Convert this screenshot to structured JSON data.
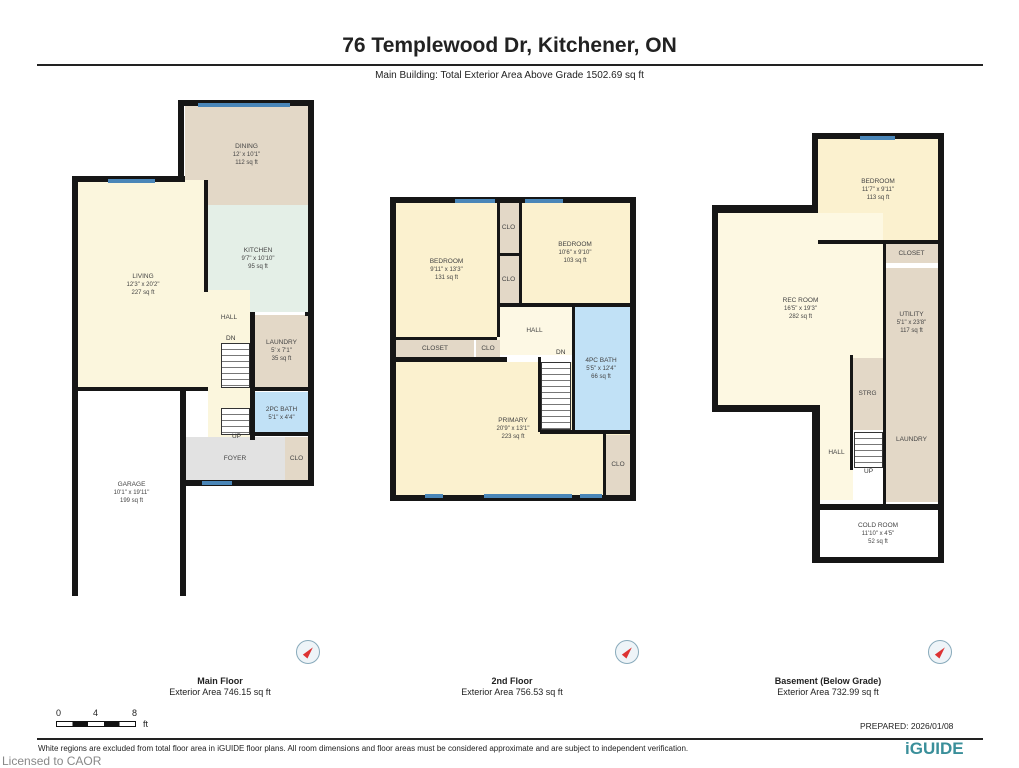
{
  "header": {
    "title": "76 Templewood Dr, Kitchener, ON",
    "subtitle": "Main Building: Total Exterior Area Above Grade 1502.69 sq ft"
  },
  "floors": [
    {
      "name": "Main Floor",
      "exterior_area": "Exterior Area 746.15 sq ft",
      "rooms": [
        {
          "name": "DINING",
          "dims": "12' x 10'1\"",
          "area": "112 sq ft",
          "color": "#e3d8c7"
        },
        {
          "name": "KITCHEN",
          "dims": "9'7\" x 10'10\"",
          "area": "95 sq ft",
          "color": "#e4efe7"
        },
        {
          "name": "LIVING",
          "dims": "12'3\" x 20'2\"",
          "area": "227 sq ft",
          "color": "#fbf6dd"
        },
        {
          "name": "HALL",
          "dims": "",
          "area": "",
          "color": "#fbf6dd"
        },
        {
          "name": "LAUNDRY",
          "dims": "5' x 7'1\"",
          "area": "35 sq ft",
          "color": "#e3d8c7"
        },
        {
          "name": "2PC BATH",
          "dims": "5'1\" x 4'4\"",
          "area": "",
          "color": "#c1e1f6"
        },
        {
          "name": "FOYER",
          "dims": "",
          "area": "",
          "color": "#e2e2e2"
        },
        {
          "name": "CLO",
          "dims": "",
          "area": "",
          "color": "#e3d8c7"
        },
        {
          "name": "GARAGE",
          "dims": "10'1\" x 19'11\"",
          "area": "199 sq ft",
          "color": "#ffffff"
        }
      ],
      "stair_labels": [
        "DN",
        "UP"
      ]
    },
    {
      "name": "2nd Floor",
      "exterior_area": "Exterior Area 756.53 sq ft",
      "rooms": [
        {
          "name": "BEDROOM",
          "dims": "9'11\" x 13'3\"",
          "area": "131 sq ft",
          "color": "#fbf1cf"
        },
        {
          "name": "CLO",
          "dims": "",
          "area": "",
          "color": "#e3d8c7"
        },
        {
          "name": "CLO",
          "dims": "",
          "area": "",
          "color": "#e3d8c7"
        },
        {
          "name": "BEDROOM",
          "dims": "10'6\" x 9'10\"",
          "area": "103 sq ft",
          "color": "#fbf1cf"
        },
        {
          "name": "HALL",
          "dims": "",
          "area": "",
          "color": "#fdf8e4"
        },
        {
          "name": "CLOSET",
          "dims": "",
          "area": "",
          "color": "#e3d8c7"
        },
        {
          "name": "CLO",
          "dims": "",
          "area": "",
          "color": "#e3d8c7"
        },
        {
          "name": "PRIMARY",
          "dims": "20'9\" x 13'1\"",
          "area": "223 sq ft",
          "color": "#fbf1cf"
        },
        {
          "name": "4PC BATH",
          "dims": "5'5\" x 12'4\"",
          "area": "66 sq ft",
          "color": "#c1e1f6"
        },
        {
          "name": "CLO",
          "dims": "",
          "area": "",
          "color": "#e3d8c7"
        }
      ],
      "stair_labels": [
        "DN"
      ]
    },
    {
      "name": "Basement (Below Grade)",
      "exterior_area": "Exterior Area 732.99 sq ft",
      "rooms": [
        {
          "name": "BEDROOM",
          "dims": "11'7\" x 9'11\"",
          "area": "113 sq ft",
          "color": "#fbf1cf"
        },
        {
          "name": "REC ROOM",
          "dims": "16'5\" x 19'3\"",
          "area": "282 sq ft",
          "color": "#fdf8e2"
        },
        {
          "name": "HALL",
          "dims": "",
          "area": "",
          "color": "#fdf8e2"
        },
        {
          "name": "CLOSET",
          "dims": "",
          "area": "",
          "color": "#e3d8c7"
        },
        {
          "name": "UTILITY",
          "dims": "5'1\" x 23'8\"",
          "area": "117 sq ft",
          "color": "#e3d8c7"
        },
        {
          "name": "LAUNDRY",
          "dims": "",
          "area": "",
          "color": "#e3d8c7"
        },
        {
          "name": "STRG",
          "dims": "",
          "area": "",
          "color": "#e3d8c7"
        },
        {
          "name": "COLD ROOM",
          "dims": "11'10\" x 4'5\"",
          "area": "52 sq ft",
          "color": "#ffffff"
        }
      ],
      "stair_labels": [
        "UP"
      ]
    }
  ],
  "scale": {
    "ticks": [
      "0",
      "4",
      "8"
    ],
    "unit": "ft"
  },
  "footer": {
    "prepared": "PREPARED: 2026/01/08",
    "disclaimer": "White regions are excluded from total floor area in iGUIDE floor plans. All room dimensions and floor areas must be considered approximate and are subject to independent verification.",
    "logo": "iGUIDE",
    "licensed": "Licensed to CAOR"
  },
  "icons": [
    "compass-icon",
    "north-arrow-icon",
    "igiude-logo-icon"
  ]
}
